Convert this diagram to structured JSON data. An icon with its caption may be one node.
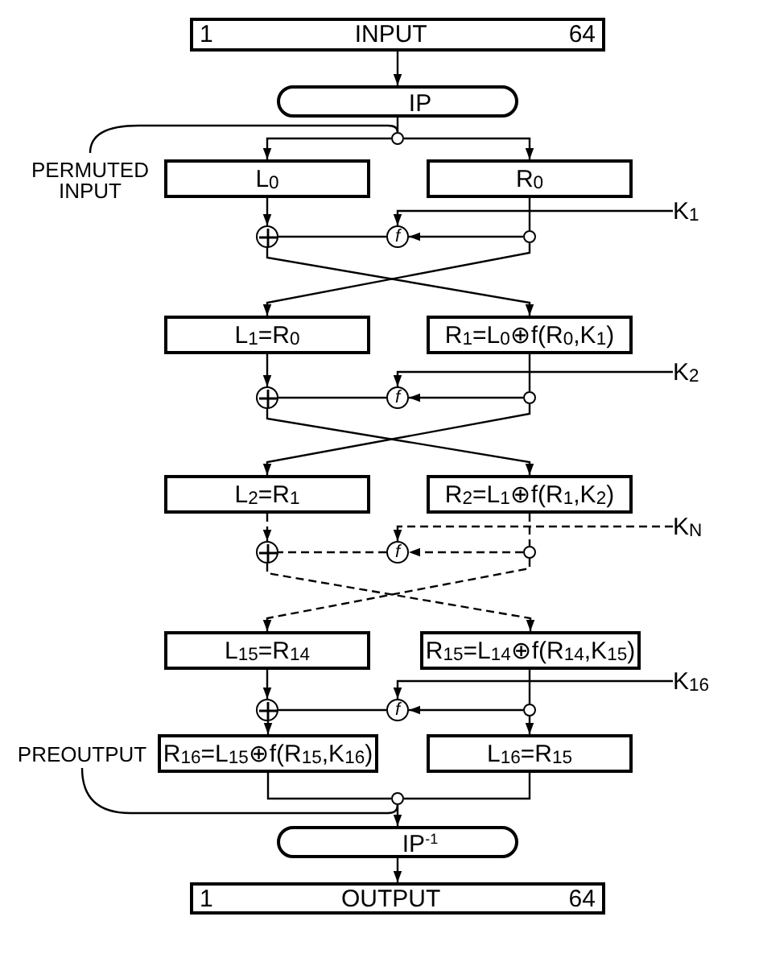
{
  "diagram": {
    "nodes": [
      {
        "text": [
          "1",
          "INPUT",
          "64"
        ]
      },
      {
        "text": [
          "IP"
        ]
      },
      {
        "text": [],
        "shape": "circle"
      },
      {
        "text": [
          "PERMUTED INPUT"
        ]
      },
      {
        "text": [
          "L$_{0}$"
        ]
      },
      {
        "text": [
          "R$_{0}$"
        ]
      },
      {
        "text": [
          "K$_{1}$"
        ]
      },
      {
        "text": [],
        "shape": "circle"
      },
      {
        "text": [
          "f"
        ]
      },
      {
        "text": [],
        "shape": "circle"
      },
      {
        "text": [
          "L$_{1}$=R$_{0}$"
        ]
      },
      {
        "text": [
          "R$_{1}$=L$_{0}$⊕f(R$_{0}$,K$_{1}$)"
        ]
      },
      {
        "text": [
          "K$_{2}$"
        ]
      },
      {
        "text": [],
        "shape": "circle"
      },
      {
        "text": [
          "f"
        ]
      },
      {
        "text": [],
        "shape": "circle"
      },
      {
        "text": [
          "L$_{2}$=R$_{1}$"
        ]
      },
      {
        "text": [
          "R$_{2}$=L$_{1}$⊕f(R$_{1}$,K$_{2}$)"
        ]
      },
      {
        "text": [
          "K$_{N}$"
        ]
      },
      {
        "text": [],
        "shape": "circle"
      },
      {
        "text": [
          "f"
        ]
      },
      {
        "text": [],
        "shape": "circle"
      },
      {
        "text": [
          "L$_{15}$=R$_{14}$"
        ]
      },
      {
        "text": [
          "R$_{15}$=L$_{14}$⊕f(R$_{14}$,K$_{15}$)"
        ]
      },
      {
        "text": [
          "K$_{16}$"
        ]
      },
      {
        "text": [],
        "shape": "circle"
      },
      {
        "text": [
          "f"
        ]
      },
      {
        "text": [],
        "shape": "circle"
      },
      {
        "text": [
          "PREOUTPUT"
        ]
      },
      {
        "text": [
          "R$_{16}$=L$_{15}$⊕f(R$_{15}$,K$_{16}$)"
        ]
      },
      {
        "text": [
          "L$_{16}$=R$_{15}$"
        ]
      },
      {
        "text": [],
        "shape": "circle"
      },
      {
        "text": [
          "IP$^{-1}$"
        ]
      },
      {
        "text": [
          "1",
          "OUTPUT",
          "64"
        ]
      }
    ],
    "edges": [
      {
        "from": 0,
        "to": 1,
        "arrow": "to"
      },
      {
        "from": 1,
        "to": 2,
        "arrow": "none"
      },
      {
        "from": 2,
        "to": 4,
        "arrow": "to"
      },
      {
        "from": 2,
        "to": 5,
        "arrow": "to"
      },
      {
        "from": 3,
        "to": 2,
        "arrow": "none"
      },
      {
        "from": 4,
        "to": 7,
        "arrow": "to"
      },
      {
        "from": 5,
        "to": 9,
        "arrow": "none"
      },
      {
        "from": 9,
        "to": 8,
        "arrow": "to"
      },
      {
        "from": 8,
        "to": 7,
        "arrow": "none"
      },
      {
        "from": 6,
        "to": 8,
        "arrow": "to"
      },
      {
        "from": 7,
        "to": 11,
        "arrow": "to"
      },
      {
        "from": 9,
        "to": 10,
        "arrow": "to"
      },
      {
        "from": 10,
        "to": 13,
        "arrow": "to"
      },
      {
        "from": 11,
        "to": 15,
        "arrow": "none"
      },
      {
        "from": 15,
        "to": 14,
        "arrow": "to"
      },
      {
        "from": 14,
        "to": 13,
        "arrow": "none"
      },
      {
        "from": 12,
        "to": 14,
        "arrow": "to"
      },
      {
        "from": 13,
        "to": 17,
        "arrow": "to"
      },
      {
        "from": 15,
        "to": 16,
        "arrow": "to"
      },
      {
        "from": 16,
        "to": 19,
        "arrow": "to",
        "style": "dashed"
      },
      {
        "from": 17,
        "to": 21,
        "arrow": "none",
        "style": "dashed"
      },
      {
        "from": 21,
        "to": 20,
        "arrow": "to",
        "style": "dashed"
      },
      {
        "from": 20,
        "to": 19,
        "arrow": "none",
        "style": "dashed"
      },
      {
        "from": 18,
        "to": 20,
        "arrow": "to",
        "style": "dashed"
      },
      {
        "from": 19,
        "to": 23,
        "arrow": "to",
        "style": "dashed"
      },
      {
        "from": 21,
        "to": 22,
        "arrow": "to",
        "style": "dashed"
      },
      {
        "from": 22,
        "to": 25,
        "arrow": "to"
      },
      {
        "from": 23,
        "to": 27,
        "arrow": "none"
      },
      {
        "from": 27,
        "to": 26,
        "arrow": "to"
      },
      {
        "from": 26,
        "to": 25,
        "arrow": "none"
      },
      {
        "from": 24,
        "to": 26,
        "arrow": "to"
      },
      {
        "from": 25,
        "to": 29,
        "arrow": "to"
      },
      {
        "from": 27,
        "to": 30,
        "arrow": "to"
      },
      {
        "from": 28,
        "to": 31,
        "arrow": "none"
      },
      {
        "from": 29,
        "to": 31,
        "arrow": "none"
      },
      {
        "from": 30,
        "to": 31,
        "arrow": "none"
      },
      {
        "from": 31,
        "to": 32,
        "arrow": "to"
      },
      {
        "from": 32,
        "to": 33,
        "arrow": "to"
      }
    ]
  }
}
